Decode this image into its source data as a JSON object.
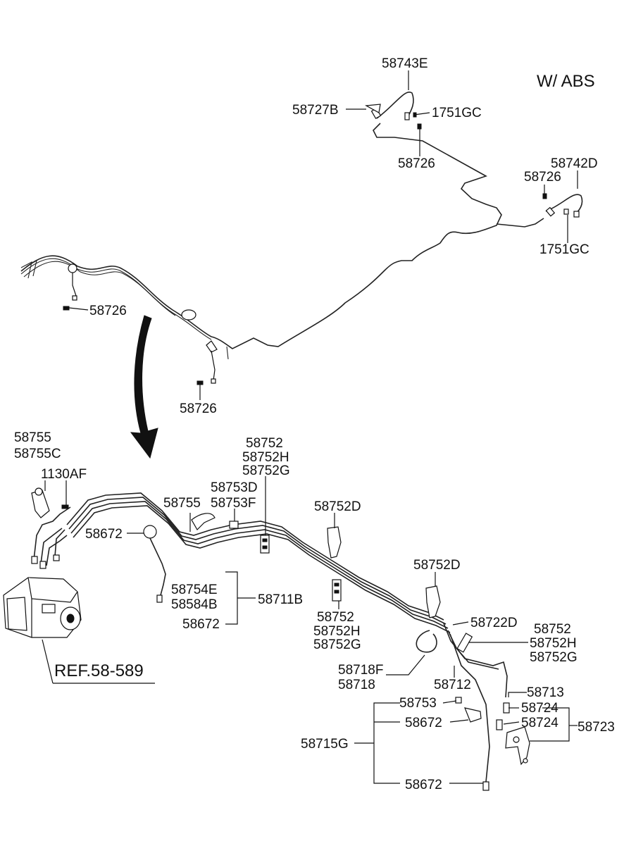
{
  "header": {
    "variant_note": "W/ ABS"
  },
  "labels": {
    "l_58743E": "58743E",
    "l_58727B": "58727B",
    "l_1751GC_a": "1751GC",
    "l_58726_a": "58726",
    "l_58742D": "58742D",
    "l_58726_b": "58726",
    "l_1751GC_b": "1751GC",
    "l_58726_c": "58726",
    "l_58726_d": "58726",
    "l_58755_a": "58755",
    "l_58755C": "58755C",
    "l_1130AF": "1130AF",
    "l_58752_a": "58752",
    "l_58752H_a": "58752H",
    "l_58752G_a": "58752G",
    "l_58753D": "58753D",
    "l_58753F": "58753F",
    "l_58755_b": "58755",
    "l_58752D_a": "58752D",
    "l_58672_a": "58672",
    "l_58754E": "58754E",
    "l_58584B": "58584B",
    "l_58711B": "58711B",
    "l_58672_b": "58672",
    "l_58752D_b": "58752D",
    "l_58752_b": "58752",
    "l_58752H_b": "58752H",
    "l_58752G_b": "58752G",
    "l_58722D": "58722D",
    "l_58752_c": "58752",
    "l_58752H_c": "58752H",
    "l_58752G_c": "58752G",
    "l_58718F": "58718F",
    "l_58718": "58718",
    "l_58712": "58712",
    "l_58713": "58713",
    "l_58753": "58753",
    "l_58724_a": "58724",
    "l_58672_c": "58672",
    "l_58724_b": "58724",
    "l_58723": "58723",
    "l_58715G": "58715G",
    "l_58672_d": "58672",
    "l_ref": "REF.58-589"
  }
}
